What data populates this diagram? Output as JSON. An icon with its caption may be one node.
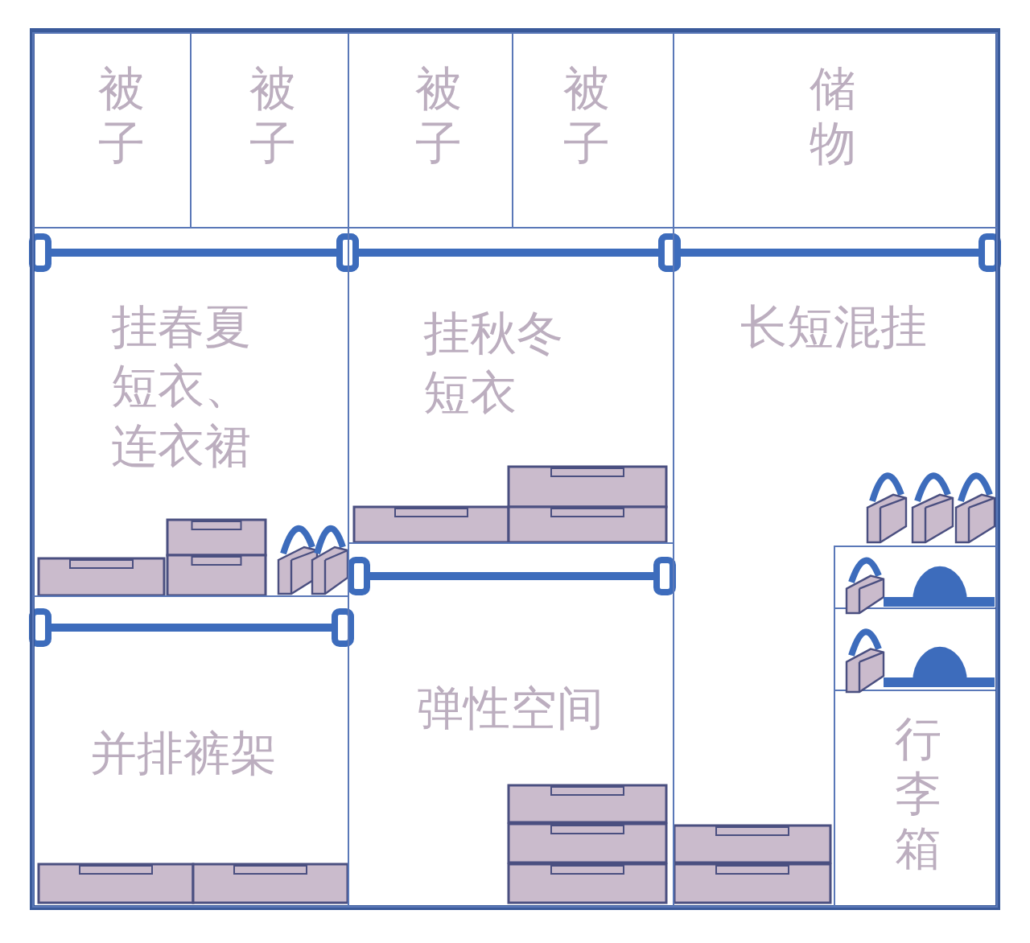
{
  "diagram": {
    "nodes": [
      {
        "text": [
          "被子"
        ]
      },
      {
        "text": [
          "被子"
        ]
      },
      {
        "text": [
          "被子"
        ]
      },
      {
        "text": [
          "被子"
        ]
      },
      {
        "text": [
          "储物"
        ]
      },
      {
        "text": [
          "挂春夏短衣、连衣裙"
        ]
      },
      {
        "text": [
          "挂秋冬短衣"
        ]
      },
      {
        "text": [
          "长短混挂"
        ]
      },
      {
        "text": [
          "并排裤架"
        ]
      },
      {
        "text": [
          "弹性空间"
        ]
      },
      {
        "text": [
          "行李箱"
        ],
        "in": 7
      }
    ]
  }
}
